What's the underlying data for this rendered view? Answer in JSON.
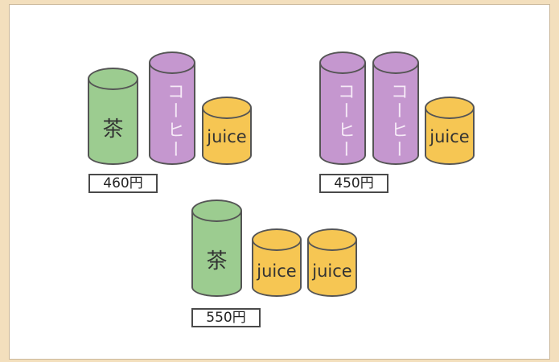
{
  "groups": [
    {
      "price": "460円",
      "cans": [
        {
          "type": "tea",
          "label": "茶"
        },
        {
          "type": "coffee",
          "label": "コーヒー"
        },
        {
          "type": "juice",
          "label": "juice"
        }
      ]
    },
    {
      "price": "450円",
      "cans": [
        {
          "type": "coffee",
          "label": "コーヒー"
        },
        {
          "type": "coffee",
          "label": "コーヒー"
        },
        {
          "type": "juice",
          "label": "juice"
        }
      ]
    },
    {
      "price": "550円",
      "cans": [
        {
          "type": "tea",
          "label": "茶"
        },
        {
          "type": "juice",
          "label": "juice"
        },
        {
          "type": "juice",
          "label": "juice"
        }
      ]
    }
  ],
  "colors": {
    "tea": "#9ccc90",
    "coffee": "#c597cf",
    "juice": "#f6c653",
    "outline": "#555555",
    "background": "#f3dfbd"
  }
}
